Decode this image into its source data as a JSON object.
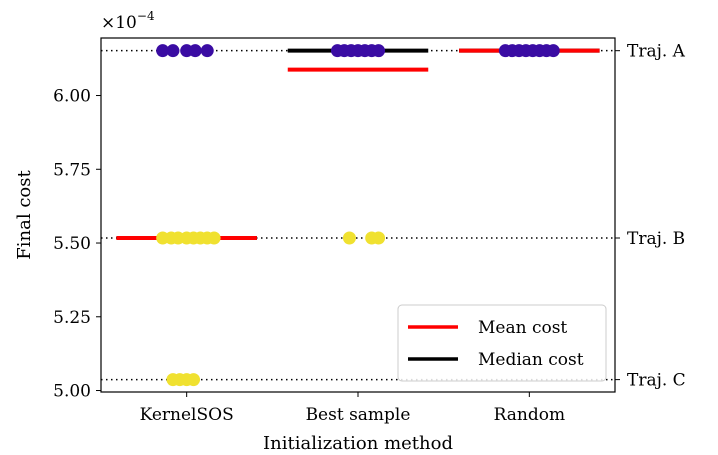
{
  "chart_data": {
    "type": "scatter",
    "xlabel": "Initialization method",
    "ylabel": "Final cost",
    "y_multiplier": "×10",
    "y_multiplier_exp": "−4",
    "categories": [
      "KernelSOS",
      "Best sample",
      "Random"
    ],
    "ylim": [
      4.995,
      6.195
    ],
    "yticks": [
      5.0,
      5.25,
      5.5,
      5.75,
      6.0
    ],
    "ytick_labels": [
      "5.00",
      "5.25",
      "5.50",
      "5.75",
      "6.00"
    ],
    "grid": false,
    "legend_position": "bottom-right",
    "reference_lines": [
      {
        "label": "Traj. A",
        "value": 6.152
      },
      {
        "label": "Traj. B",
        "value": 5.517
      },
      {
        "label": "Traj. C",
        "value": 5.037
      }
    ],
    "points": [
      {
        "category": "KernelSOS",
        "value": 6.152,
        "offsets": [
          -0.14,
          -0.08,
          0,
          0.05,
          0.12
        ],
        "color": "#3a0ca3"
      },
      {
        "category": "KernelSOS",
        "value": 5.517,
        "offsets": [
          -0.14,
          -0.09,
          -0.05,
          0,
          0.04,
          0.08,
          0.12,
          0.16
        ],
        "color": "#f0e130"
      },
      {
        "category": "KernelSOS",
        "value": 5.037,
        "offsets": [
          -0.08,
          -0.04,
          0,
          0.04
        ],
        "color": "#f0e130"
      },
      {
        "category": "Best sample",
        "value": 6.152,
        "offsets": [
          -0.12,
          -0.08,
          -0.04,
          0,
          0.04,
          0.08,
          0.12
        ],
        "color": "#3a0ca3"
      },
      {
        "category": "Best sample",
        "value": 5.517,
        "offsets": [
          -0.05,
          0.08,
          0.12
        ],
        "color": "#f0e130"
      },
      {
        "category": "Random",
        "value": 6.152,
        "offsets": [
          -0.14,
          -0.1,
          -0.06,
          -0.02,
          0.02,
          0.06,
          0.1,
          0.14
        ],
        "color": "#3a0ca3"
      }
    ],
    "series": [
      {
        "name": "Mean cost",
        "color": "#ff0000",
        "values": [
          5.517,
          6.088,
          6.152
        ]
      },
      {
        "name": "Median cost",
        "color": "#000000",
        "values": [
          5.517,
          6.152,
          6.152
        ]
      }
    ],
    "stat_line_half_width": 0.5,
    "colors": {
      "traj_a_points": "#3a0ca3",
      "traj_bc_points": "#f0e130",
      "mean": "#ff0000",
      "median": "#000000"
    }
  }
}
